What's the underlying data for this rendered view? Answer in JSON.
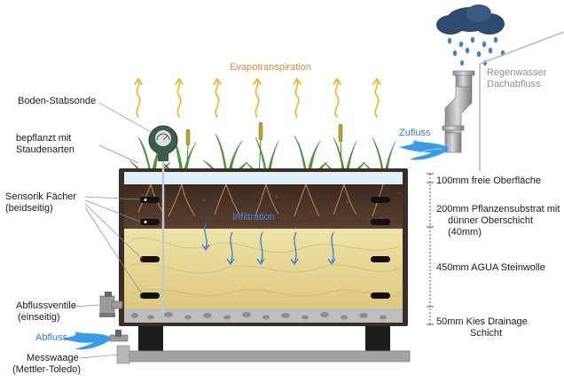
{
  "labels": {
    "evapotranspiration": "Evapotranspiration",
    "soil_probe": "Boden-Stabsonde",
    "planted_line1": "bepflanzt mit",
    "planted_line2": "Staudenarten",
    "sensor_line1": "Sensorik Fächer",
    "sensor_line2": "(beidseitig)",
    "drain_valve_line1": "Abflussventile",
    "drain_valve_line2": "(einseitig)",
    "outflow": "Abfluss",
    "scale_line1": "Messwaage",
    "scale_line2": "(Mettler-Toledo)",
    "rainwater_line1": "Regenwasser",
    "rainwater_line2": "Dachabfluss",
    "inflow": "Zufluss",
    "infiltration": "Infiltration"
  },
  "layers": [
    {
      "line1": "100mm freie Oberfläche"
    },
    {
      "line1": "200mm Pflanzensubstrat mit",
      "line2": "dünner Oberschicht",
      "line3": "(40mm)"
    },
    {
      "line1": "450mm AGUA Steinwolle"
    },
    {
      "line1": "50mm Kies Drainage",
      "line2": "Schicht"
    }
  ],
  "colors": {
    "label_orange": "#e8893a",
    "flow_blue": "#2f7fd6",
    "box_frame": "#3a2f27",
    "soil": "#4a3426",
    "wool": "#e8d99a",
    "gravel": "#b9b9b9"
  }
}
